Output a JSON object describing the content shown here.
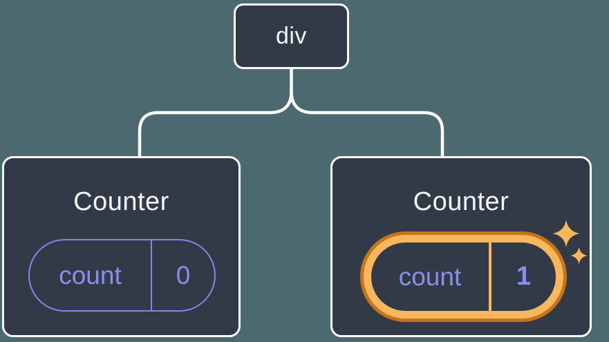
{
  "diagram": {
    "root": {
      "label": "div"
    },
    "children": [
      {
        "title": "Counter",
        "state": {
          "key": "count",
          "value": "0"
        },
        "highlighted": false
      },
      {
        "title": "Counter",
        "state": {
          "key": "count",
          "value": "1"
        },
        "highlighted": true
      }
    ]
  },
  "icons": {
    "sparkle_large": "sparkle-icon",
    "sparkle_small": "sparkle-icon"
  },
  "colors": {
    "bg": "#4c6970",
    "card_fill": "#333a47",
    "card_border": "#ffffff",
    "accent_purple": "#8387ea",
    "purple_text": "#8a8fee",
    "orange_light": "#f8b75c",
    "orange_dark": "#c6731d",
    "title_text": "#f3f4f6"
  }
}
